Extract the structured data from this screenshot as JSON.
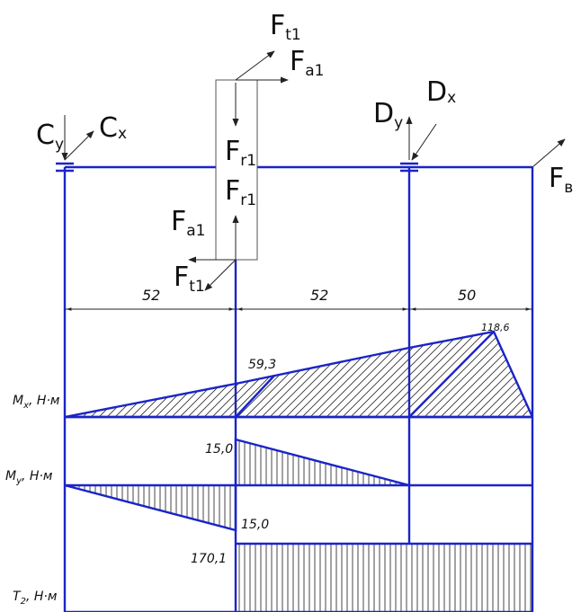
{
  "forces": {
    "ft1_top": {
      "main": "F",
      "sub": "t1"
    },
    "fa1_top": {
      "main": "F",
      "sub": "a1"
    },
    "fr1_upper": {
      "main": "F",
      "sub": "r1"
    },
    "fr1_lower": {
      "main": "F",
      "sub": "r1"
    },
    "fa1_left": {
      "main": "F",
      "sub": "a1"
    },
    "ft1_bottom": {
      "main": "F",
      "sub": "t1"
    },
    "cy": {
      "main": "C",
      "sub": "y"
    },
    "cx": {
      "main": "C",
      "sub": "x"
    },
    "dy": {
      "main": "D",
      "sub": "y"
    },
    "dx": {
      "main": "D",
      "sub": "x"
    },
    "fb": {
      "main": "F",
      "sub": "в"
    }
  },
  "dimensions": {
    "span_1": "52",
    "span_2": "52",
    "span_3": "50"
  },
  "diagrams": {
    "mx": {
      "label": "M",
      "label_sub": "x",
      "label_unit": ", Н·м",
      "value_mid": "59,3",
      "value_max": "118,6"
    },
    "my": {
      "label": "M",
      "label_sub": "y",
      "label_unit": ", Н·м",
      "value_top": "15,0",
      "value_bottom": "15,0"
    },
    "t2": {
      "label": "T",
      "label_sub": "2",
      "label_unit": ", Н·м",
      "value": "170,1"
    }
  }
}
